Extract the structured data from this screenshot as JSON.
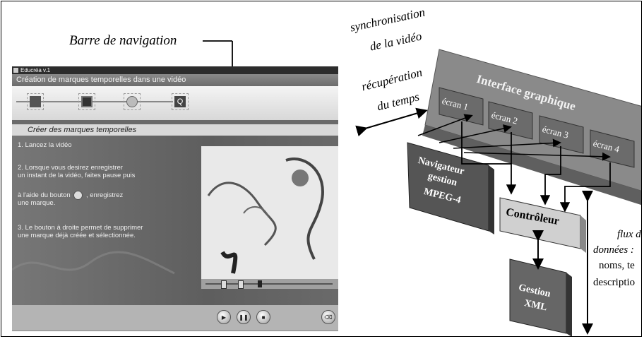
{
  "left_panel": {
    "caption": "Barre de navigation",
    "app": {
      "title": "Educréa v.1",
      "subtitle": "Création de marques temporelles dans une vidéo",
      "section_heading": "Créer des marques temporelles",
      "step1": "1. Lancez la vidéo",
      "step2_line1": "2. Lorsque vous desirez enregistrer",
      "step2_line2": "un instant de la vidéo, faites pause puis",
      "step2_line3a": "à l'aide du bouton",
      "step2_line3b": ", enregistrez",
      "step2_line4": "une marque.",
      "step3_line1": "3. Le bouton à droite permet de supprimer",
      "step3_line2": "une marque déjà créée et sélectionnée."
    }
  },
  "diagram": {
    "label_sync_1": "synchronisation",
    "label_sync_2": "de la vidéo",
    "label_recup_1": "récupération",
    "label_recup_2": "du temps",
    "interface_title": "Interface graphique",
    "ecran1": "écran 1",
    "ecran2": "écran 2",
    "ecran3": "écran 3",
    "ecran4": "écran 4",
    "navigateur_1": "Navigateur",
    "navigateur_2": "gestion",
    "navigateur_3": "MPEG-4",
    "controleur": "Contrôleur",
    "gestion_1": "Gestion",
    "gestion_2": "XML",
    "flux_1": "flux d",
    "flux_2": "données :",
    "flux_3": "noms, te",
    "flux_4": "descriptio"
  },
  "colors": {
    "interface_box": "#8a8a8a",
    "navigateur_box": "#555555",
    "controleur_box": "#d0d0d0",
    "gestion_box": "#666666"
  }
}
